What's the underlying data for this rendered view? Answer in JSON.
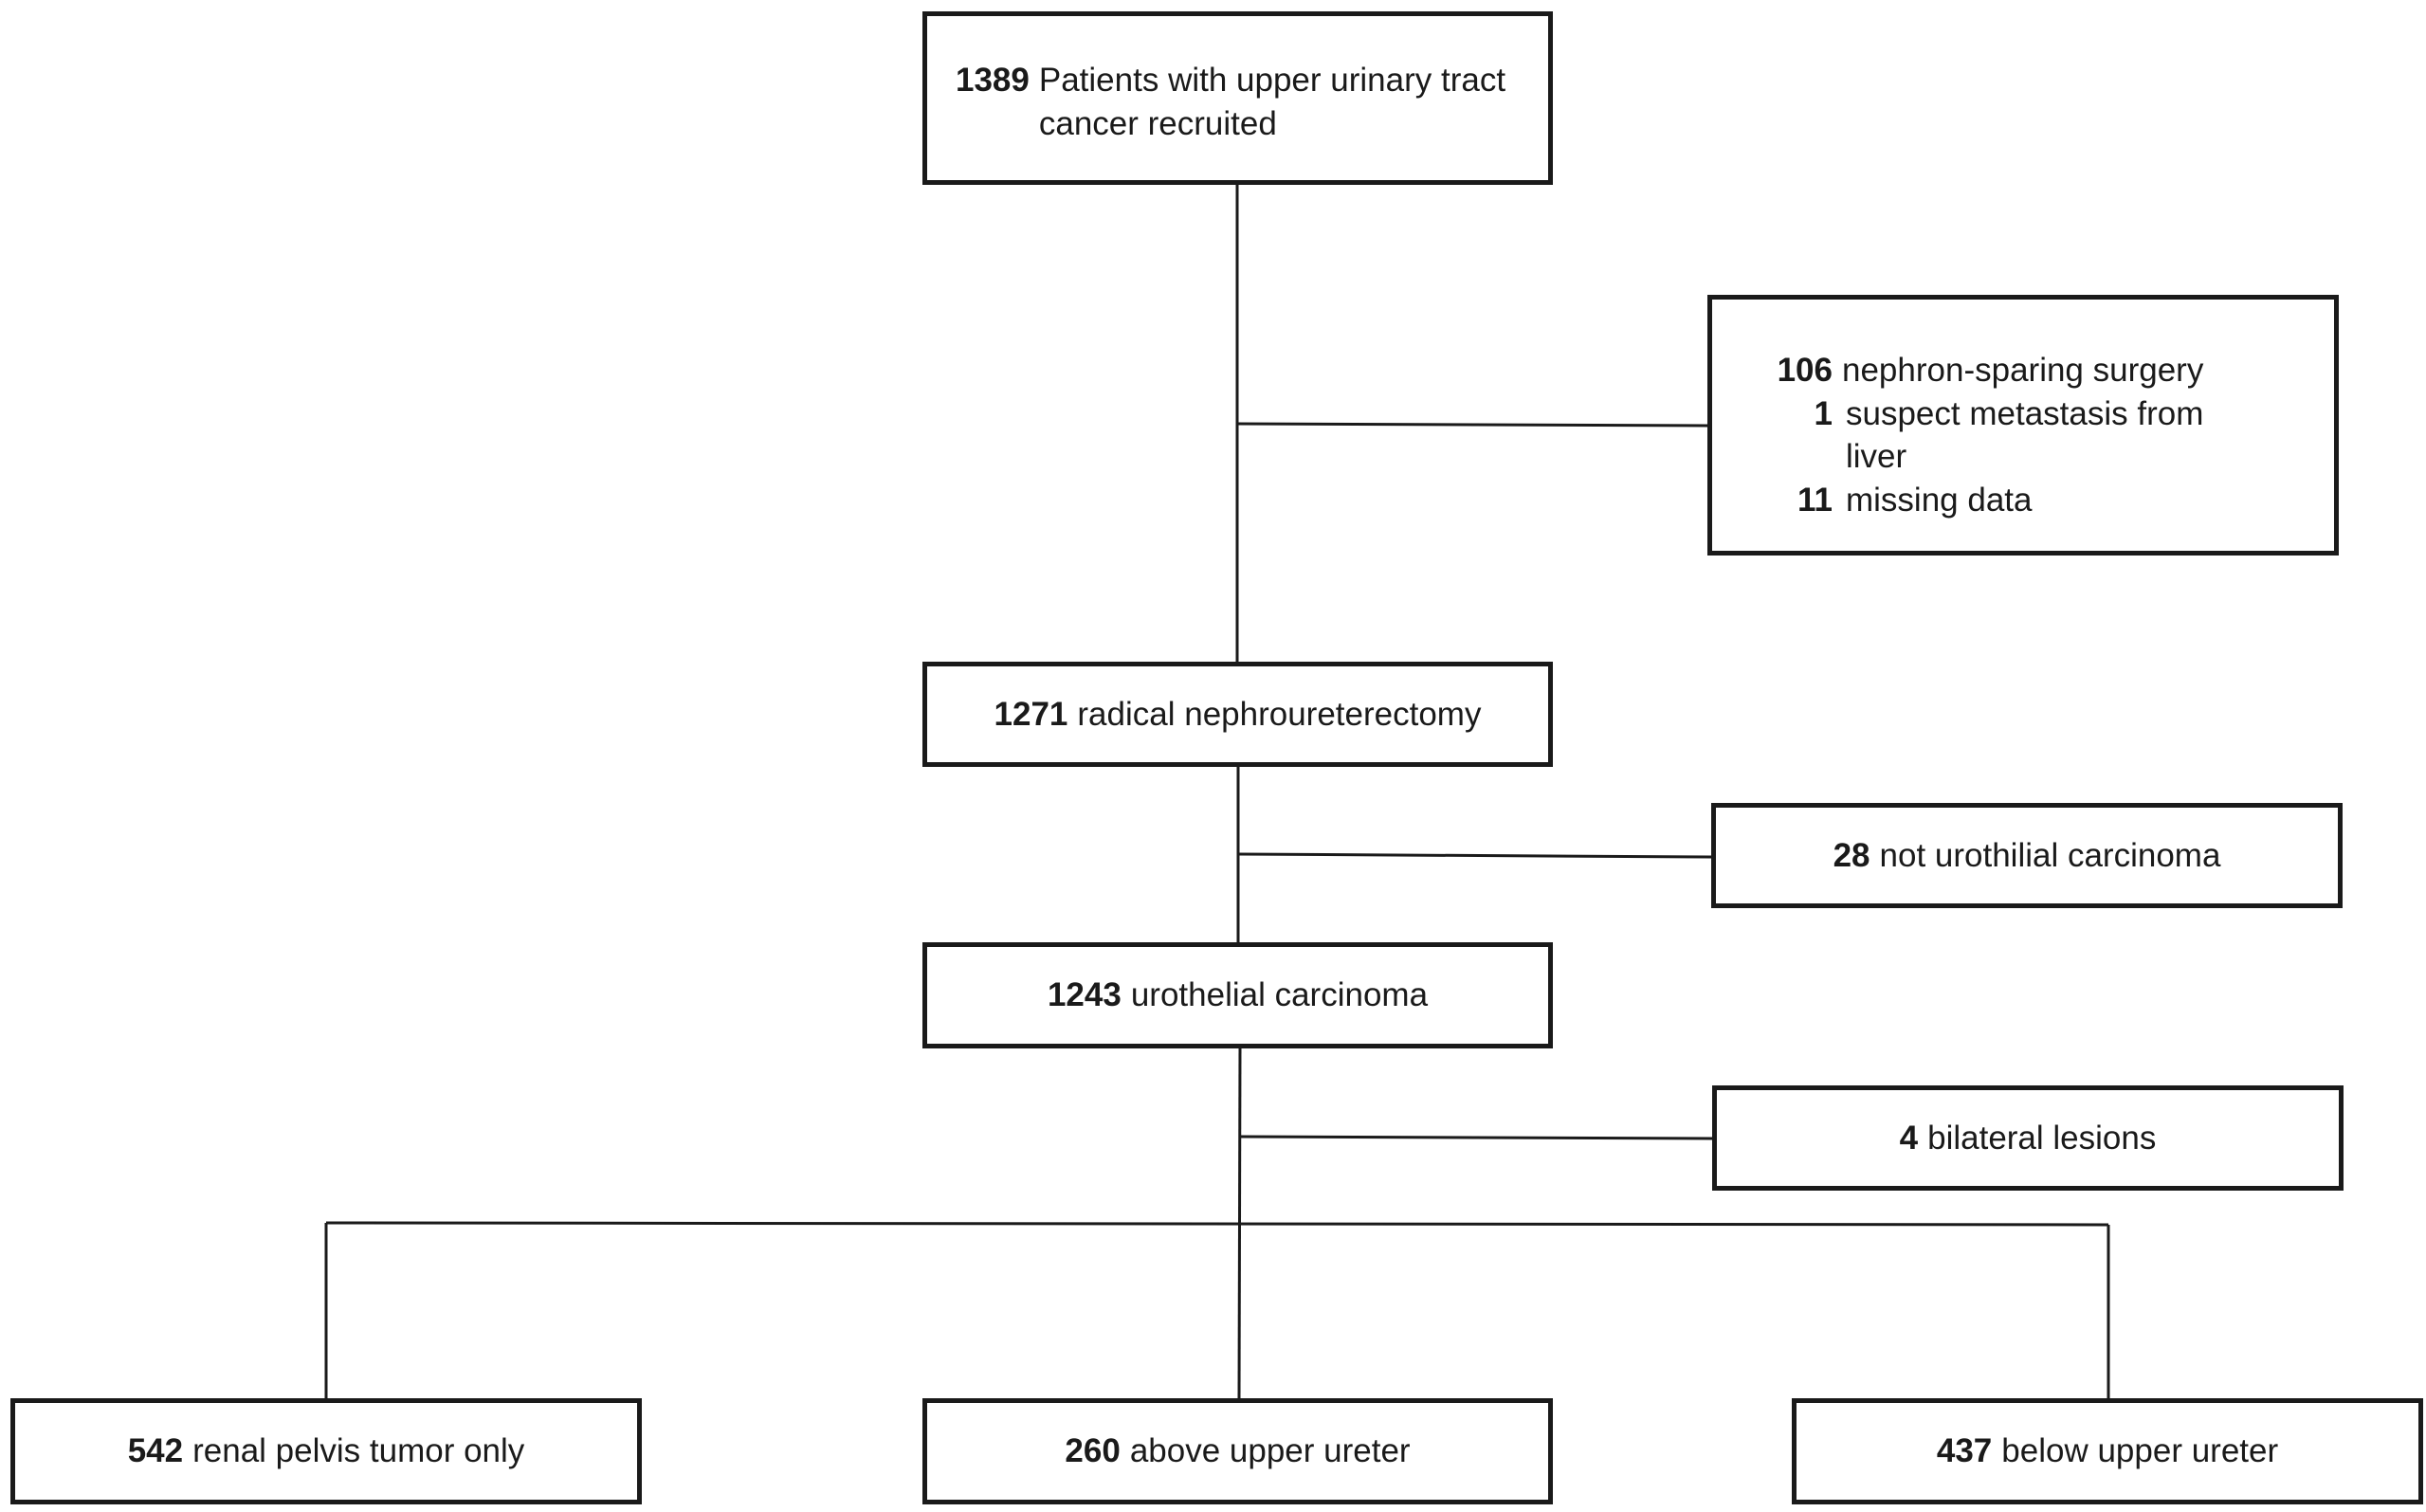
{
  "nodes": {
    "recruited": {
      "count": "1389",
      "label": "Patients with upper urinary tract cancer recruited"
    },
    "excluded_1": {
      "items": [
        {
          "count": "106",
          "label": "nephron-sparing surgery"
        },
        {
          "count": "1",
          "label": "suspect metastasis from liver"
        },
        {
          "count": "11",
          "label": "missing data"
        }
      ]
    },
    "rnu": {
      "count": "1271",
      "label": "radical nephroureterectomy"
    },
    "excluded_2": {
      "count": "28",
      "label": "not urothilial carcinoma"
    },
    "uc": {
      "count": "1243",
      "label": "urothelial carcinoma"
    },
    "excluded_3": {
      "count": "4",
      "label": "bilateral lesions"
    },
    "renal_pelvis": {
      "count": "542",
      "label": "renal pelvis tumor only"
    },
    "above_ureter": {
      "count": "260",
      "label": "above upper ureter"
    },
    "below_ureter": {
      "count": "437",
      "label": "below upper ureter"
    }
  }
}
